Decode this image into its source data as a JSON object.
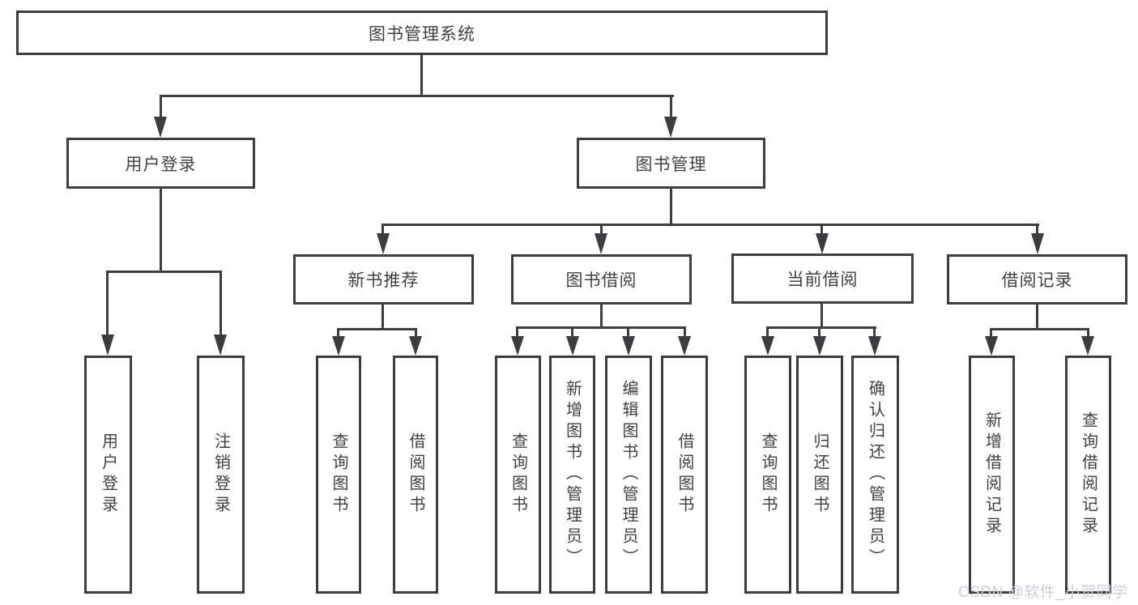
{
  "diagram": {
    "title": "图书管理系统",
    "watermark": "CSDN @软件_小贺同学",
    "colors": {
      "line": "#3b3d40",
      "text": "#3f4145",
      "background": "#ffffff",
      "watermark": "#cbd0d8"
    }
  },
  "nodes": {
    "root": {
      "label": "图书管理系统"
    },
    "user_login": {
      "label": "用户登录"
    },
    "book_management": {
      "label": "图书管理"
    },
    "new_book_recommend": {
      "label": "新书推荐"
    },
    "book_borrow": {
      "label": "图书借阅"
    },
    "current_borrow": {
      "label": "当前借阅"
    },
    "borrow_record": {
      "label": "借阅记录"
    }
  },
  "leaves": {
    "user_login_1": {
      "label": "用户登录"
    },
    "user_login_2": {
      "label": "注销登录"
    },
    "recommend_1": {
      "label": "查询图书"
    },
    "recommend_2": {
      "label": "借阅图书"
    },
    "borrow_1": {
      "label": "查询图书"
    },
    "borrow_2": {
      "label": "新增图书（管理员）"
    },
    "borrow_3": {
      "label": "编辑图书（管理员）"
    },
    "borrow_4": {
      "label": "借阅图书"
    },
    "current_1": {
      "label": "查询图书"
    },
    "current_2": {
      "label": "归还图书"
    },
    "current_3": {
      "label": "确认归还（管理员）"
    },
    "record_1": {
      "label": "新增借阅记录"
    },
    "record_2": {
      "label": "查询借阅记录"
    }
  }
}
